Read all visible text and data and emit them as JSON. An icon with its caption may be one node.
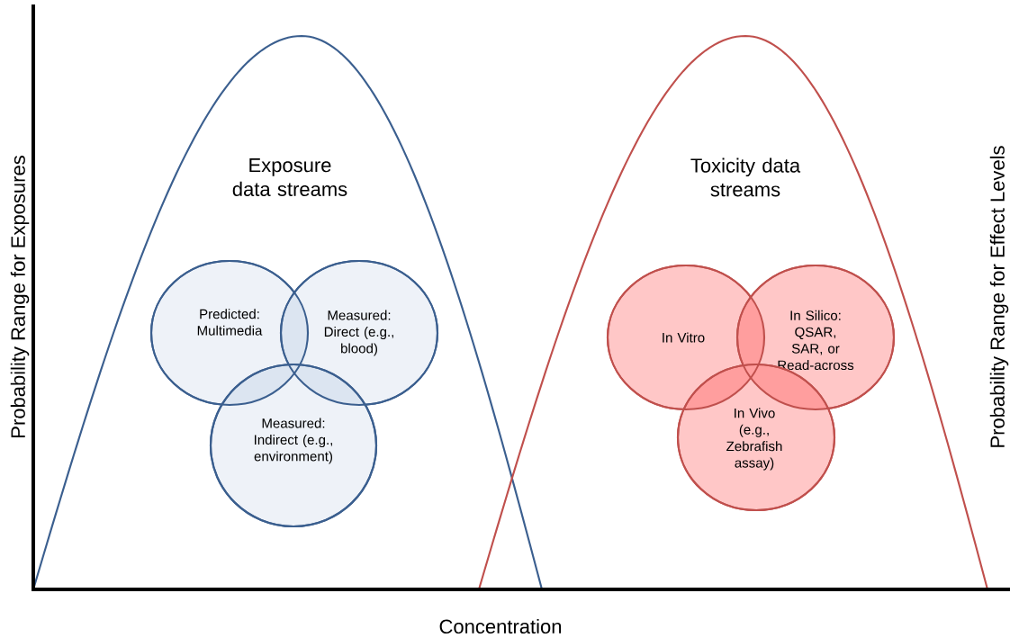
{
  "diagram": {
    "nodes": [
      {
        "text": [
          "Exposure data streams"
        ]
      },
      {
        "text": [
          "Predicted: Multimedia"
        ],
        "in": 0
      },
      {
        "text": [
          "Measured: Direct (e.g., blood)"
        ],
        "in": 0
      },
      {
        "text": [
          "Measured: Indirect (e.g., environment)"
        ],
        "in": 0
      },
      {
        "text": [
          "Toxicity data streams"
        ]
      },
      {
        "text": [
          "In Vitro"
        ],
        "in": 4
      },
      {
        "text": [
          "In Silico: QSAR, SAR, or Read-across"
        ],
        "in": 4
      },
      {
        "text": [
          "In Vivo (e.g., Zebrafish assay)"
        ],
        "in": 4
      }
    ],
    "labels": [
      "Probability Range for Exposures",
      "Probability Range for Effect Levels",
      "Concentration"
    ]
  }
}
